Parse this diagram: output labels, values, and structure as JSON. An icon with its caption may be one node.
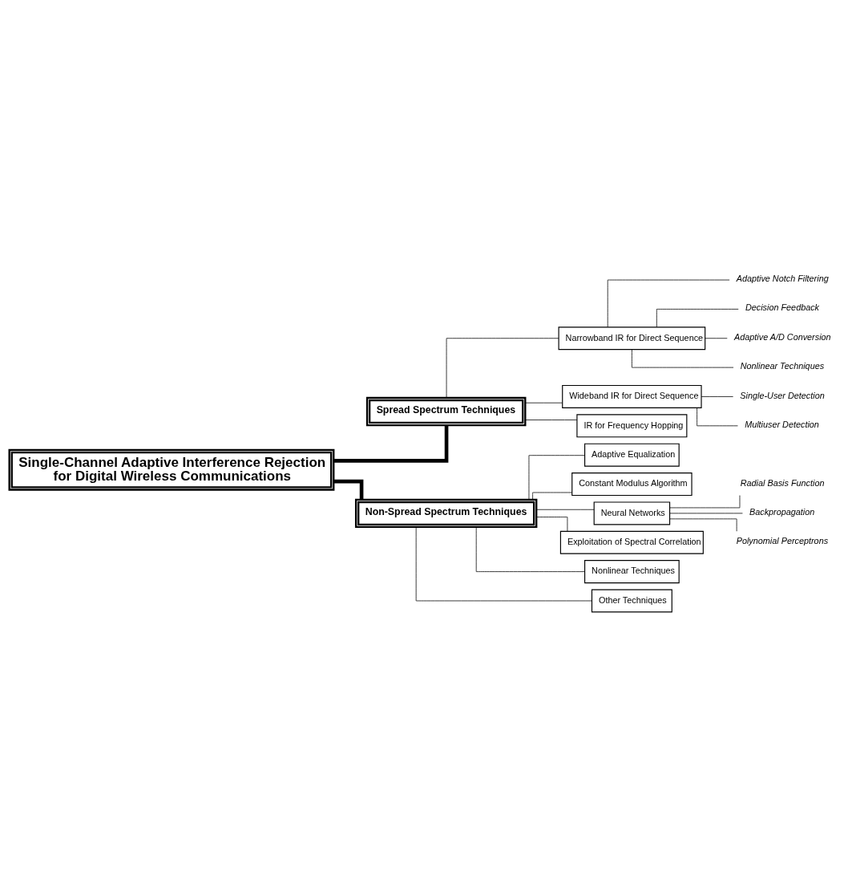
{
  "diagram": {
    "nodes": [
      {
        "text": [
          "Single-Channel Adaptive Interference Rejection for Digital Wireless Communications"
        ]
      },
      {
        "text": [
          "Spread Spectrum Techniques"
        ]
      },
      {
        "text": [
          "Non-Spread Spectrum Techniques"
        ]
      },
      {
        "text": [
          "Narrowband IR for Direct Sequence"
        ]
      },
      {
        "text": [
          "Adaptive Notch Filtering"
        ]
      },
      {
        "text": [
          "Decision Feedback"
        ]
      },
      {
        "text": [
          "Adaptive A/D Conversion"
        ]
      },
      {
        "text": [
          "Nonlinear Techniques"
        ]
      },
      {
        "text": [
          "Wideband IR for Direct Sequence"
        ]
      },
      {
        "text": [
          "Single-User Detection"
        ]
      },
      {
        "text": [
          "Multiuser Detection"
        ]
      },
      {
        "text": [
          "IR for Frequency Hopping"
        ]
      },
      {
        "text": [
          "Adaptive Equalization"
        ]
      },
      {
        "text": [
          "Constant Modulus Algorithm"
        ]
      },
      {
        "text": [
          "Neural Networks"
        ]
      },
      {
        "text": [
          "Radial Basis Function"
        ]
      },
      {
        "text": [
          "Backpropagation"
        ]
      },
      {
        "text": [
          "Polynomial Perceptrons"
        ]
      },
      {
        "text": [
          "Exploitation of Spectral Correlation"
        ]
      },
      {
        "text": [
          "Nonlinear Techniques"
        ]
      },
      {
        "text": [
          "Other Techniques"
        ]
      }
    ],
    "edges": [
      {
        "from": 0,
        "to": 1,
        "arrow": "none",
        "style": "thick"
      },
      {
        "from": 0,
        "to": 2,
        "arrow": "none",
        "style": "thick"
      },
      {
        "from": 1,
        "to": 3,
        "arrow": "none"
      },
      {
        "from": 3,
        "to": 4,
        "arrow": "none"
      },
      {
        "from": 3,
        "to": 5,
        "arrow": "none"
      },
      {
        "from": 3,
        "to": 6,
        "arrow": "none"
      },
      {
        "from": 3,
        "to": 7,
        "arrow": "none"
      },
      {
        "from": 1,
        "to": 8,
        "arrow": "none"
      },
      {
        "from": 8,
        "to": 9,
        "arrow": "none"
      },
      {
        "from": 8,
        "to": 10,
        "arrow": "none"
      },
      {
        "from": 1,
        "to": 11,
        "arrow": "none"
      },
      {
        "from": 2,
        "to": 12,
        "arrow": "none"
      },
      {
        "from": 2,
        "to": 13,
        "arrow": "none"
      },
      {
        "from": 2,
        "to": 14,
        "arrow": "none"
      },
      {
        "from": 14,
        "to": 15,
        "arrow": "none"
      },
      {
        "from": 14,
        "to": 16,
        "arrow": "none"
      },
      {
        "from": 14,
        "to": 17,
        "arrow": "none"
      },
      {
        "from": 2,
        "to": 18,
        "arrow": "none"
      },
      {
        "from": 2,
        "to": 19,
        "arrow": "none"
      },
      {
        "from": 2,
        "to": 20,
        "arrow": "none"
      }
    ]
  }
}
